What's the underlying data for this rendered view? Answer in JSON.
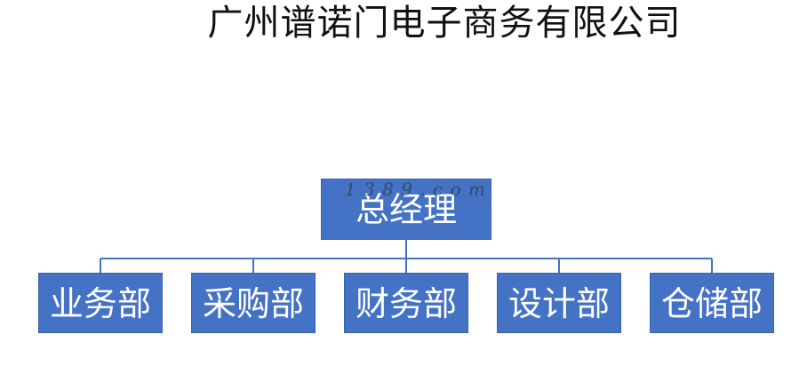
{
  "title": "广州谱诺门电子商务有限公司",
  "root": {
    "label": "总经理"
  },
  "departments": [
    {
      "label": "业务部"
    },
    {
      "label": "采购部"
    },
    {
      "label": "财务部"
    },
    {
      "label": "设计部"
    },
    {
      "label": "仓储部"
    }
  ],
  "watermark": "1 3 8 9 . c o m",
  "colors": {
    "box_fill": "#4472c4",
    "connector": "#4472c4",
    "box_text": "#ffffff"
  }
}
